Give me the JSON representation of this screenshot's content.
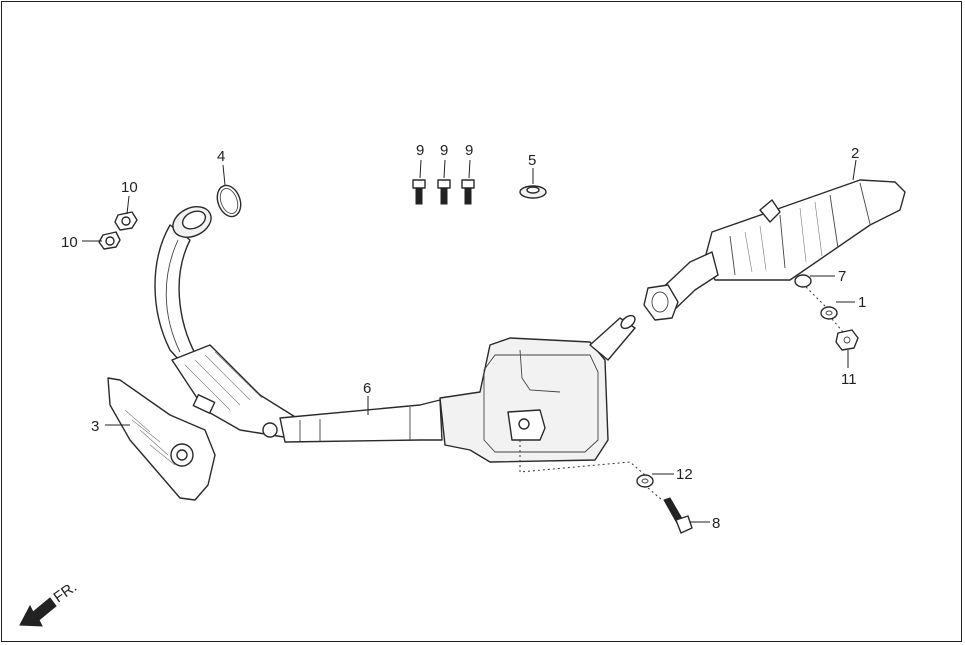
{
  "callouts": {
    "c1": "1",
    "c2": "2",
    "c3": "3",
    "c4": "4",
    "c5": "5",
    "c6": "6",
    "c7": "7",
    "c8": "8",
    "c9a": "9",
    "c9b": "9",
    "c9c": "9",
    "c10a": "10",
    "c10b": "10",
    "c11": "11",
    "c12": "12"
  },
  "direction_label": "FR."
}
